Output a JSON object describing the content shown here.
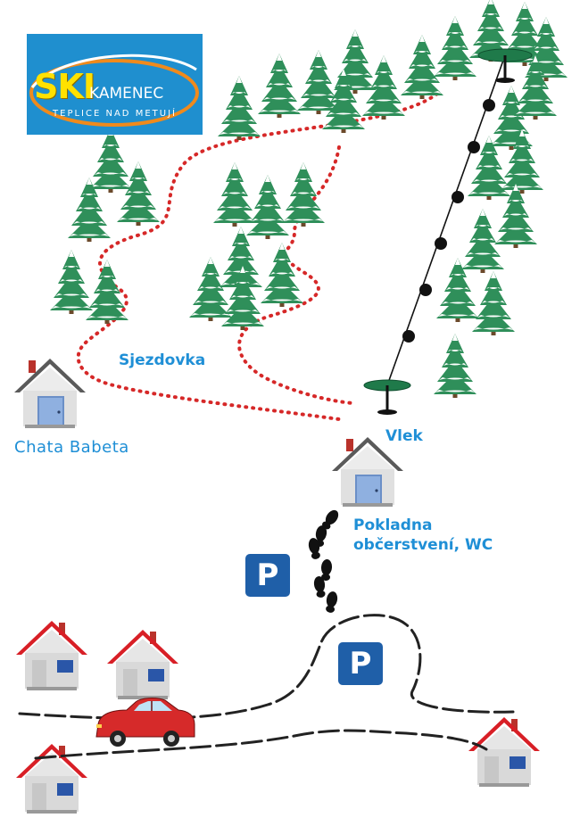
{
  "logo": {
    "brand": "SKI",
    "name": "KAMENEC",
    "subtitle": "TEPLICE NAD METUJÍ",
    "background_color": "#1f8fcf",
    "ski_color": "#ffe100"
  },
  "labels": {
    "slope": "Sjezdovka",
    "cottage": "Chata Babeta",
    "lift": "Vlek",
    "ticket_office_line1": "Pokladna",
    "ticket_office_line2": "občerstvení, WC"
  },
  "parking": {
    "sign_text": "P",
    "color": "#1f5fa8"
  },
  "colors": {
    "label": "#1f8fd6",
    "slope_dots": "#d62828",
    "tree": "#2f8f5a",
    "roof_red": "#d81f26",
    "roof_gray": "#5a5a5a",
    "car": "#d62a2a",
    "lift_station": "#1f7a4a"
  },
  "icons": [
    "ski-kamenec-logo",
    "spruce-tree-icon",
    "house-icon",
    "ski-lift-icon",
    "footprints-icon",
    "parking-icon",
    "car-icon"
  ]
}
